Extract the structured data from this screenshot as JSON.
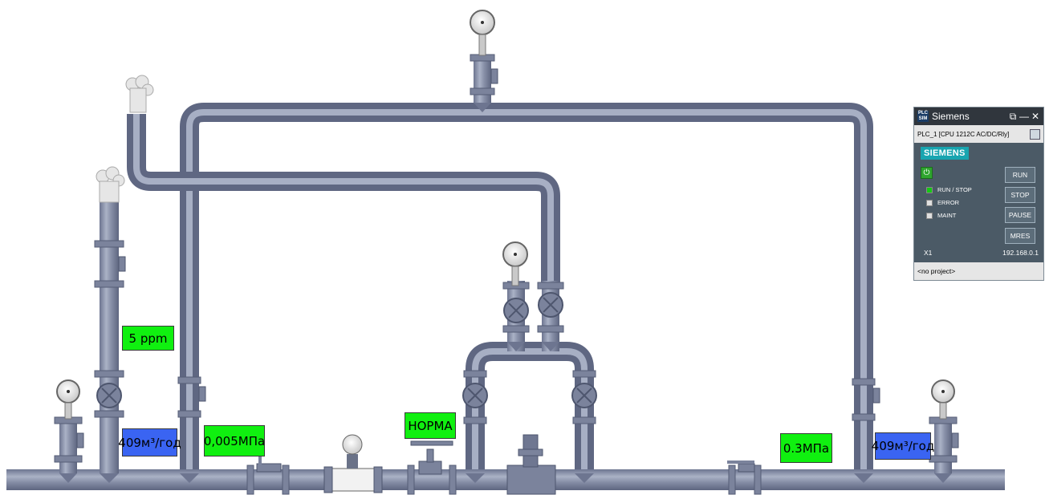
{
  "tags": {
    "gas_ppm": "5 ppm",
    "flow_left": "409м³/год",
    "pressure_left": "0,005МПа",
    "status": "НОРМА",
    "pressure_right": "0.3МПа",
    "flow_right": "409м³/год"
  },
  "colors": {
    "pipe": "#8790a8",
    "status_ok": "#10f010",
    "flow_tag": "#3a64f2"
  },
  "plc_panel": {
    "title": "Siemens",
    "logo_icon": "plc-sim-icon",
    "cpu": "PLC_1 [CPU 1212C AC/DC/Rly]",
    "brand": "SIEMENS",
    "leds": [
      {
        "label": "RUN / STOP",
        "color": "#14c814"
      },
      {
        "label": "ERROR",
        "color": "#e0e0e0"
      },
      {
        "label": "MAINT",
        "color": "#e0e0e0"
      }
    ],
    "buttons": {
      "run": "RUN",
      "stop": "STOP",
      "pause": "PAUSE",
      "mres": "MRES"
    },
    "port": "X1",
    "ip": "192.168.0.1",
    "project": "<no project>"
  }
}
